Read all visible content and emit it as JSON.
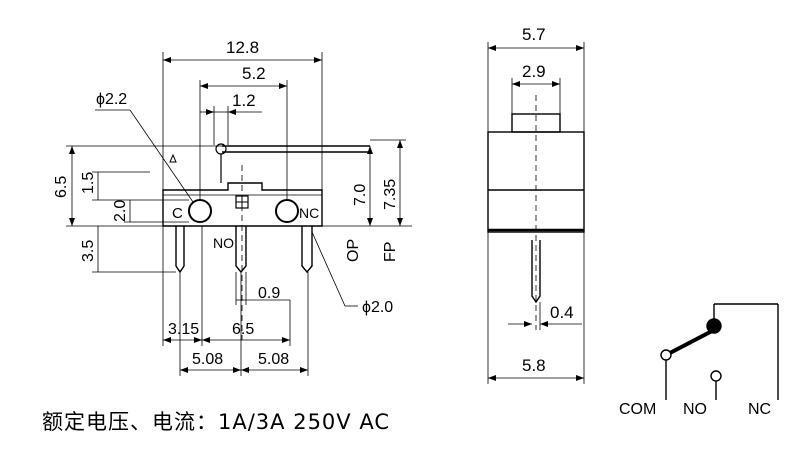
{
  "dims": {
    "width_total": "12.8",
    "pin_spacing": "5.2",
    "lever_offset": "1.2",
    "hole_dia": "ϕ2.2",
    "height_body": "6.5",
    "hole_from_top": "1.5",
    "hole_center": "2.0",
    "pin_length": "3.5",
    "op_height": "7.0",
    "fp_height": "7.35",
    "op_label": "OP",
    "fp_label": "FP",
    "pin_gap": "0.9",
    "pin_dia": "ϕ2.0",
    "left_pin_offset": "3.15",
    "center_pin": "6.5",
    "pitch_left": "5.08",
    "pitch_right": "5.08",
    "side_width": "5.7",
    "side_actuator": "2.9",
    "side_pin": "0.4",
    "side_base": "5.8"
  },
  "body_labels": {
    "c": "C",
    "nc": "NC",
    "no": "NO"
  },
  "schematic": {
    "com": "COM",
    "no": "NO",
    "nc": "NC"
  },
  "rating": "额定电压、电流：1A/3A 250V AC"
}
